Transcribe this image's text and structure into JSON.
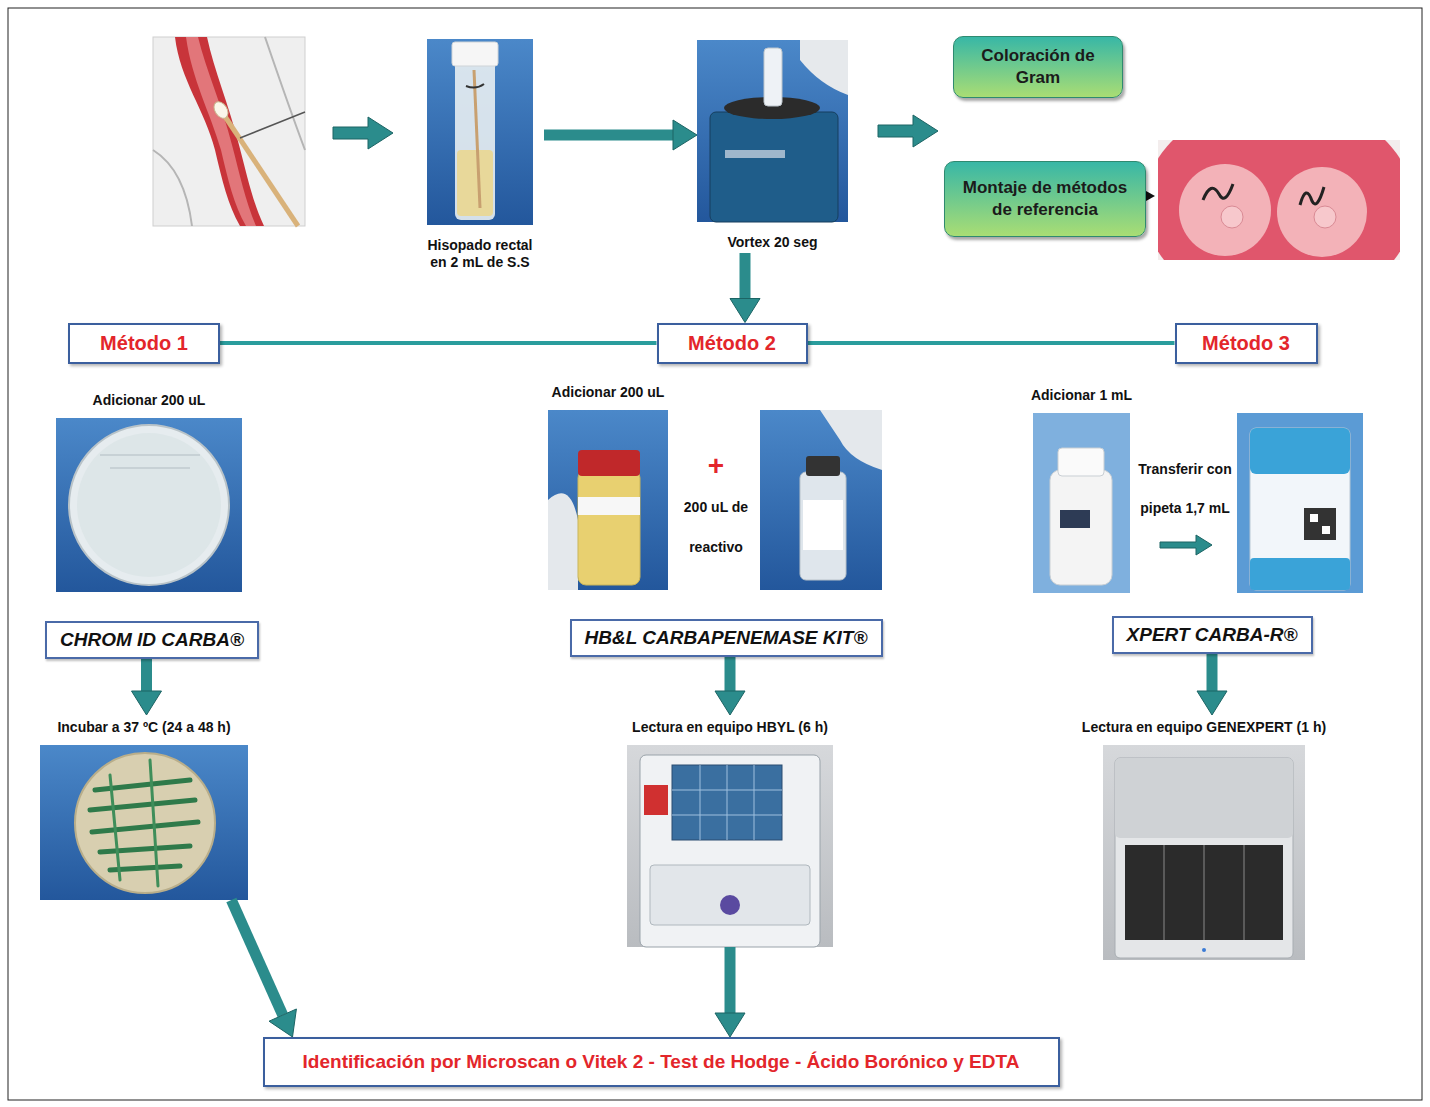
{
  "diagram": {
    "nodes": [
      {
        "text": [
          "Hisopado rectal en 2 mL de S.S"
        ]
      },
      {
        "text": [
          "Vortex 20 seg"
        ]
      },
      {
        "text": [
          "Coloración de Gram"
        ]
      },
      {
        "text": [
          "Montaje de métodos de referencia"
        ]
      },
      {
        "text": [
          "Método 1"
        ]
      },
      {
        "text": [
          "Método 2"
        ]
      },
      {
        "text": [
          "Método 3"
        ]
      },
      {
        "text": [
          "Adicionar 200 uL"
        ]
      },
      {
        "text": [
          "Adicionar 200 uL"
        ]
      },
      {
        "text": [
          "Adicionar 1 mL"
        ]
      },
      {
        "text": [
          "CHROM ID CARBA®"
        ]
      },
      {
        "text": [
          "HB&L CARBAPENEMASE KIT®"
        ]
      },
      {
        "text": [
          "XPERT CARBA-R®"
        ]
      },
      {
        "text": [
          "Incubar a 37 ºC (24 a 48 h)"
        ]
      },
      {
        "text": [
          "Lectura en equipo HBYL (6 h)"
        ]
      },
      {
        "text": [
          "Lectura en equipo GENEXPERT (1 h)"
        ]
      },
      {
        "text": [
          "Identificación por Microscan o Vitek 2 - Test de Hodge - Ácido Borónico y EDTA"
        ]
      }
    ],
    "edges": [
      {
        "from": 0,
        "to": 1,
        "arrow": "to"
      },
      {
        "from": 1,
        "to": 5,
        "arrow": "to"
      },
      {
        "from": 4,
        "to": 5,
        "arrow": "none"
      },
      {
        "from": 5,
        "to": 6,
        "arrow": "none"
      },
      {
        "from": 10,
        "to": 13,
        "arrow": "to"
      },
      {
        "from": 11,
        "to": 14,
        "arrow": "to"
      },
      {
        "from": 12,
        "to": 15,
        "arrow": "to"
      },
      {
        "from": 13,
        "to": 16,
        "arrow": "to"
      },
      {
        "from": 14,
        "to": 16,
        "arrow": "to"
      }
    ],
    "labels": [
      "+",
      "200 uL de reactivo",
      "Transferir con pipeta 1,7 mL"
    ]
  }
}
